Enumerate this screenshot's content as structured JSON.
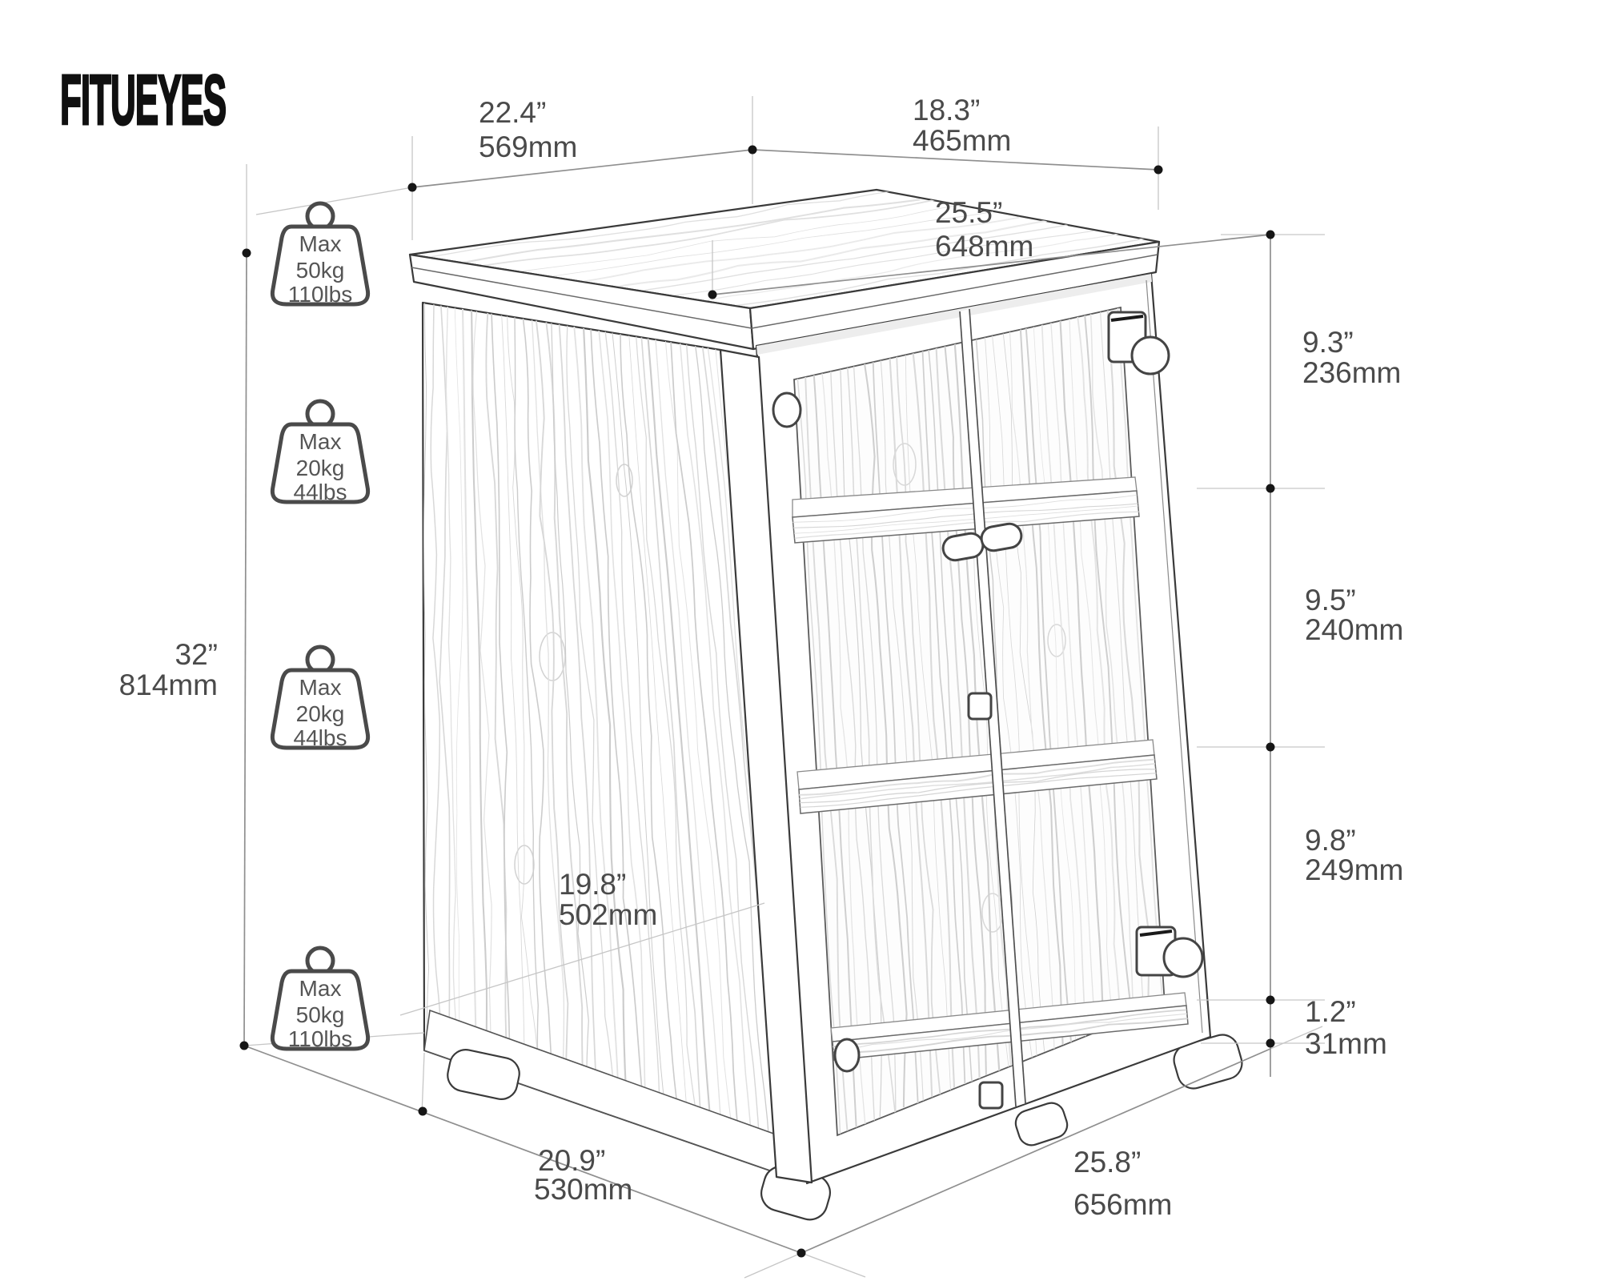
{
  "brand": {
    "logo": "FITUEYES"
  },
  "dimensions": {
    "top_depth": {
      "inches": "22.4”",
      "mm": "569mm"
    },
    "top_width": {
      "inches": "18.3”",
      "mm": "465mm"
    },
    "front_width": {
      "inches": "25.5”",
      "mm": "648mm"
    },
    "section_top": {
      "inches": "9.3”",
      "mm": "236mm"
    },
    "section_mid": {
      "inches": "9.5”",
      "mm": "240mm"
    },
    "section_low": {
      "inches": "9.8”",
      "mm": "249mm"
    },
    "base_height": {
      "inches": "1.2”",
      "mm": "31mm"
    },
    "total_height": {
      "inches": "32”",
      "mm": "814mm"
    },
    "inner_depth": {
      "inches": "19.8”",
      "mm": "502mm"
    },
    "bottom_depth": {
      "inches": "20.9”",
      "mm": "530mm"
    },
    "bottom_width": {
      "inches": "25.8”",
      "mm": "656mm"
    }
  },
  "load_ratings": [
    {
      "position": "top-surface",
      "label": "Max",
      "kg": "50kg",
      "lbs": "110lbs"
    },
    {
      "position": "upper-shelf",
      "label": "Max",
      "kg": "20kg",
      "lbs": "44lbs"
    },
    {
      "position": "middle-shelf",
      "label": "Max",
      "kg": "20kg",
      "lbs": "44lbs"
    },
    {
      "position": "bottom-shelf",
      "label": "Max",
      "kg": "50kg",
      "lbs": "110lbs"
    }
  ],
  "colors": {
    "main_line": "#3a3a3a",
    "dimension_line": "#8f8f8f",
    "text": "#4a4a4a",
    "wood_grain": "#d8d8d8"
  }
}
